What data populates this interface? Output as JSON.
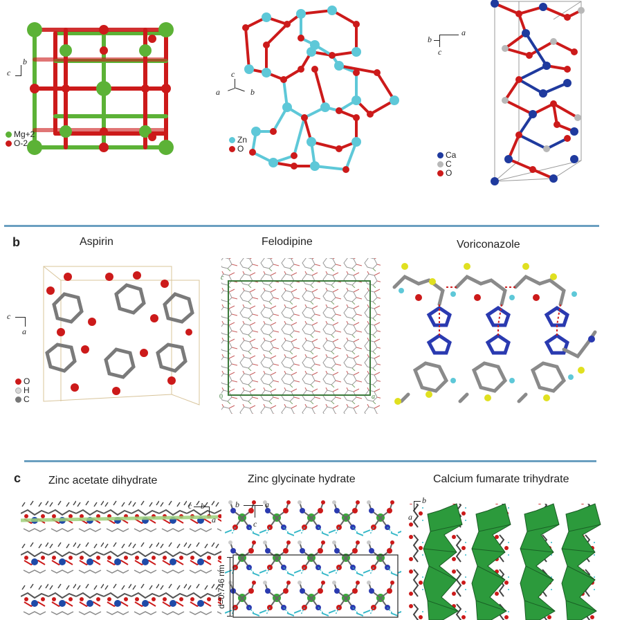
{
  "panel_a": {
    "mgo": {
      "axes": {
        "v": "b",
        "h": "c"
      },
      "legend": [
        {
          "label": "Mg+2",
          "color": "#5cb236"
        },
        {
          "label": "O-2",
          "color": "#cc1a1a"
        }
      ]
    },
    "zno": {
      "axes": {
        "up": "c",
        "left": "a",
        "right": "b"
      },
      "legend": [
        {
          "label": "Zn",
          "color": "#5ec8d8"
        },
        {
          "label": "O",
          "color": "#cc1a1a"
        }
      ]
    },
    "caco3": {
      "axes": {
        "left": "b",
        "right": "a",
        "down": "c"
      },
      "legend": [
        {
          "label": "Ca",
          "color": "#1f3a9e"
        },
        {
          "label": "C",
          "color": "#b8b8b8"
        },
        {
          "label": "O",
          "color": "#cc1a1a"
        }
      ]
    }
  },
  "panel_b": {
    "letter": "b",
    "titles": {
      "aspirin": "Aspirin",
      "felodipine": "Felodipine",
      "voriconazole": "Voriconazole"
    },
    "aspirin_axes": {
      "v": "c",
      "h": "a"
    },
    "aspirin_legend": [
      {
        "label": "O",
        "color": "#cc1a1a"
      },
      {
        "label": "H",
        "color": "#d8d8d8"
      },
      {
        "label": "C",
        "color": "#777777"
      }
    ],
    "felodipine_cell_labels": {
      "top": "c",
      "origin": "0",
      "right": "a"
    }
  },
  "panel_c": {
    "letter": "c",
    "titles": {
      "zinc_acetate": "Zinc acetate dihydrate",
      "zinc_glycinate": "Zinc glycinate hydrate",
      "calcium_fumarate": "Calcium fumarate trihydrate"
    },
    "zinc_acetate_axes": {
      "left": "c",
      "mid": "b",
      "right": "a"
    },
    "zinc_glycinate_axes": {
      "left": "b",
      "right": "a",
      "down": "c"
    },
    "zinc_glycinate_spacing": "d=0.746 nm",
    "calcium_fumarate_axes": {
      "right": "b",
      "down": "a"
    }
  },
  "colors": {
    "divider": "#6a9fc0",
    "oxygen": "#cc1a1a",
    "magnesium": "#5cb236",
    "zinc": "#5ec8d8",
    "calcium": "#1f3a9e",
    "carbon_grey": "#9a9a9a",
    "polyhedra": "#2c9a3c"
  }
}
